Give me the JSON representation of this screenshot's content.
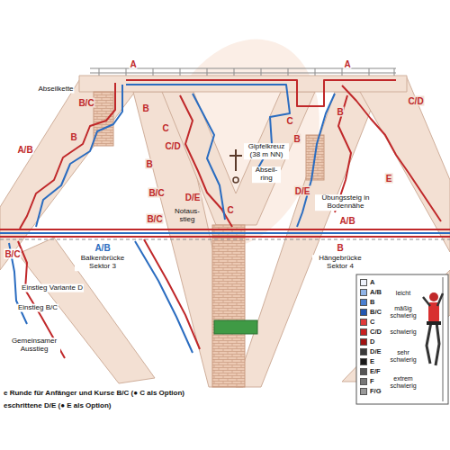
{
  "diagram": {
    "labels": [
      "A",
      "A",
      "Abseilkette",
      "B/C",
      "C/D",
      "B",
      "C",
      "B",
      "C",
      "B",
      "B",
      "A/B",
      "C/D",
      "Gipfelkreuz (38 m NN)",
      "B",
      "Abseil- ring",
      "E",
      "D/E",
      "B/C",
      "D/E",
      "Übungssteig in Bodennähe",
      "Notaus- stieg",
      "B/C",
      "C",
      "A/B",
      "B/C",
      "A/B",
      "B",
      "Balkenbrücke Sektor 3",
      "Hängebrücke Sektor 4",
      "Einstieg Variante D",
      "Einstieg B/C",
      "Gemeinsamer Ausstieg",
      "e Runde für Anfänger und Kurse B/C (● C als Option)",
      "eschrittene D/E (● E als Option)",
      "leicht",
      "mäßig schwierig",
      "schwierig",
      "sehr schwierig",
      "extrem schwierig"
    ],
    "legend": [
      {
        "text": "A",
        "color": "#eef2fa"
      },
      {
        "text": "A/B",
        "color": "#8fb3e6"
      },
      {
        "text": "B",
        "color": "#4a7fd0"
      },
      {
        "text": "B/C",
        "color": "#2257b0"
      },
      {
        "text": "C",
        "color": "#e03a3a"
      },
      {
        "text": "C/D",
        "color": "#c82020"
      },
      {
        "text": "D",
        "color": "#a01212"
      },
      {
        "text": "D/E",
        "color": "#3a3a3a"
      },
      {
        "text": "E",
        "color": "#1a1a1a"
      },
      {
        "text": "E/F",
        "color": "#555555"
      },
      {
        "text": "F",
        "color": "#777777"
      },
      {
        "text": "F/G",
        "color": "#999999"
      }
    ]
  }
}
